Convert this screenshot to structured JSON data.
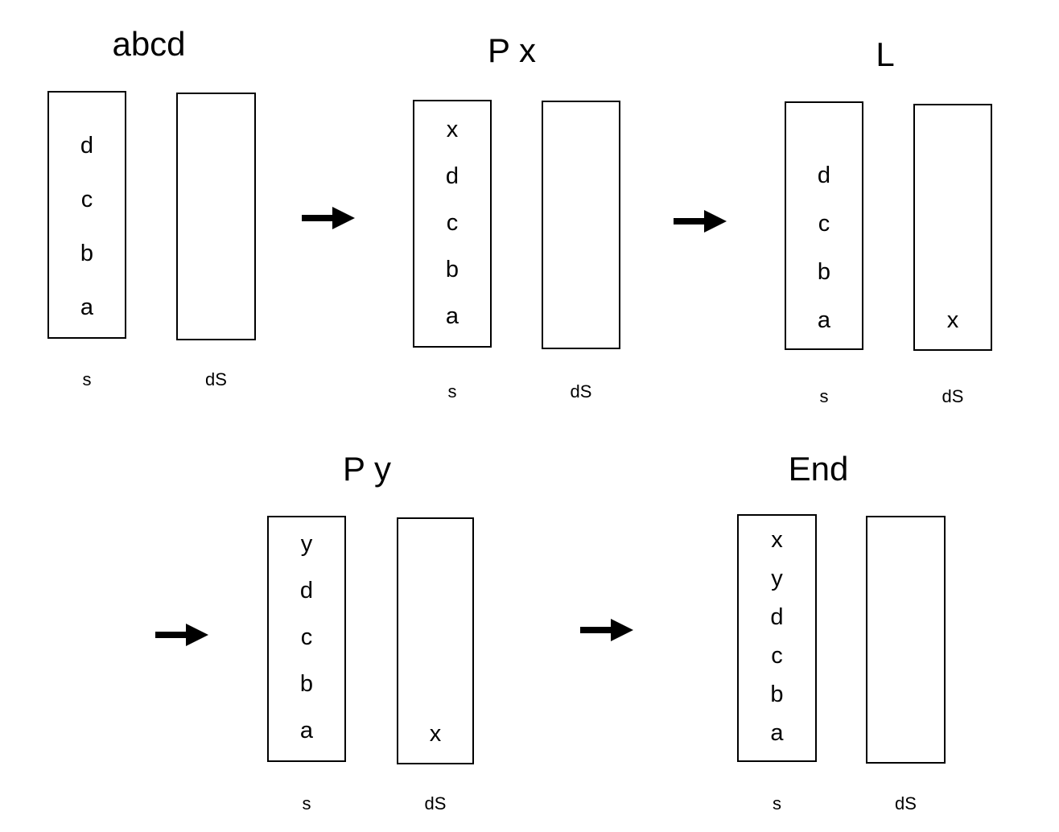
{
  "figure": {
    "background_color": "#ffffff",
    "ink_color": "#000000",
    "arrow_icons": [
      "right-arrow",
      "right-arrow",
      "right-arrow",
      "right-arrow"
    ]
  },
  "panels": [
    {
      "title": "abcd",
      "stacks": [
        {
          "label": "s",
          "items": [
            "d",
            "c",
            "b",
            "a"
          ]
        },
        {
          "label": "dS",
          "items": []
        }
      ]
    },
    {
      "title": "P x",
      "stacks": [
        {
          "label": "s",
          "items": [
            "x",
            "d",
            "c",
            "b",
            "a"
          ]
        },
        {
          "label": "dS",
          "items": []
        }
      ]
    },
    {
      "title": "L",
      "stacks": [
        {
          "label": "s",
          "items": [
            "d",
            "c",
            "b",
            "a"
          ]
        },
        {
          "label": "dS",
          "items": [
            "x"
          ]
        }
      ]
    },
    {
      "title": "P y",
      "stacks": [
        {
          "label": "s",
          "items": [
            "y",
            "d",
            "c",
            "b",
            "a"
          ]
        },
        {
          "label": "dS",
          "items": [
            "x"
          ]
        }
      ]
    },
    {
      "title": "End",
      "stacks": [
        {
          "label": "s",
          "items": [
            "x",
            "y",
            "d",
            "c",
            "b",
            "a"
          ]
        },
        {
          "label": "dS",
          "items": []
        }
      ]
    }
  ]
}
